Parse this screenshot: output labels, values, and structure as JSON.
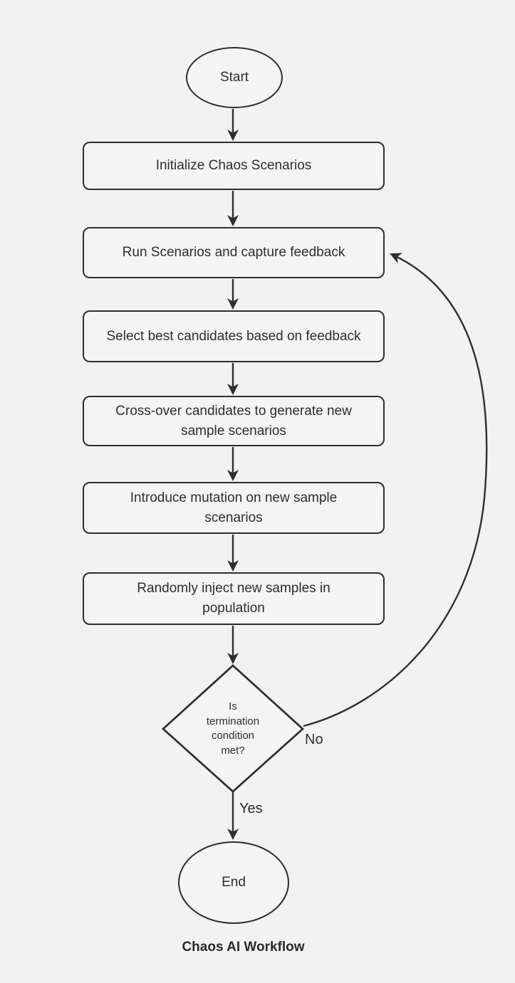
{
  "diagram": {
    "title": "Chaos AI Workflow",
    "type": "flowchart",
    "direction": "top-down"
  },
  "colors": {
    "background": "#f2f2f2",
    "node_fill": "#f4f4f4",
    "node_stroke": "#2d2d2d",
    "edge_stroke": "#2f2f2f",
    "text": "#2e2e2e"
  },
  "nodes": {
    "start": {
      "shape": "ellipse",
      "label": "Start"
    },
    "initialize": {
      "shape": "rounded-rect",
      "label": "Initialize Chaos Scenarios"
    },
    "run": {
      "shape": "rounded-rect",
      "label": "Run Scenarios and capture feedback"
    },
    "select": {
      "shape": "rounded-rect",
      "label": "Select best candidates based on feedback"
    },
    "crossover": {
      "shape": "rounded-rect",
      "label": "Cross-over candidates to generate new sample scenarios"
    },
    "mutate": {
      "shape": "rounded-rect",
      "label": "Introduce mutation on new sample scenarios"
    },
    "inject": {
      "shape": "rounded-rect",
      "label": "Randomly inject new samples in population"
    },
    "decision": {
      "shape": "diamond",
      "label": "Is termination condition met?",
      "label_lines": [
        "Is",
        "termination",
        "condition",
        "met?"
      ]
    },
    "end": {
      "shape": "ellipse",
      "label": "End"
    }
  },
  "edges": [
    {
      "from": "start",
      "to": "initialize",
      "label": ""
    },
    {
      "from": "initialize",
      "to": "run",
      "label": ""
    },
    {
      "from": "run",
      "to": "select",
      "label": ""
    },
    {
      "from": "select",
      "to": "crossover",
      "label": ""
    },
    {
      "from": "crossover",
      "to": "mutate",
      "label": ""
    },
    {
      "from": "mutate",
      "to": "inject",
      "label": ""
    },
    {
      "from": "inject",
      "to": "decision",
      "label": ""
    },
    {
      "from": "decision",
      "to": "end",
      "label": "Yes"
    },
    {
      "from": "decision",
      "to": "run",
      "label": "No"
    }
  ]
}
